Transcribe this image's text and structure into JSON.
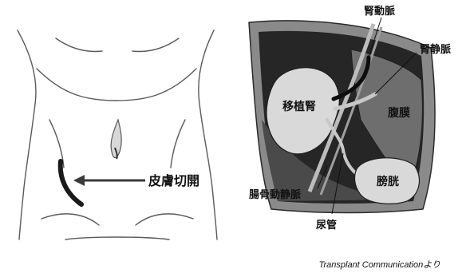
{
  "left_panel": {
    "incision_label": "皮膚切開",
    "colors": {
      "body_outline": "#5a5a5a",
      "incision": "#1a1a1a",
      "arrow": "#3a3a3a"
    }
  },
  "right_panel": {
    "labels": {
      "renal_artery": "腎動脈",
      "renal_vein": "腎静脈",
      "transplanted_kidney": "移植腎",
      "peritoneum": "腹膜",
      "iliac_vessels": "腸骨動静脈",
      "bladder": "膀胱",
      "ureter": "尿管"
    },
    "colors": {
      "cavity_dark": "#262626",
      "cavity_mid": "#4a4a4a",
      "peritoneum_wall": "#6e6e6e",
      "skin_edge": "#8a8a8a",
      "organ_fill": "#d9d9d9",
      "vessel_light": "#c8c8c8"
    }
  },
  "credit": "Transplant Communicationより"
}
